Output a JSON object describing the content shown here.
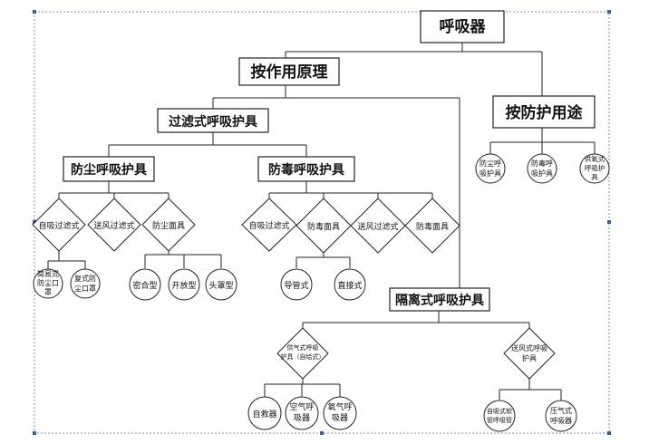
{
  "diagram": {
    "root": "呼吸器",
    "by_principle": "按作用原理",
    "by_use": "按防护用途",
    "filter_type": "过滤式呼吸护具",
    "dust_protective": "防尘呼吸护具",
    "gas_protective": "防毒呼吸护具",
    "isolation_type": "隔离式呼吸护具",
    "dust_children": [
      "自吸过滤式",
      "送风过滤式",
      "防尘面具"
    ],
    "dust_self_priming_children": [
      "简易式防尘口罩",
      "复式防尘口罩"
    ],
    "dust_mask_children": [
      "密合型",
      "开放型",
      "头罩型"
    ],
    "gas_children": [
      "自吸过滤式",
      "防毒面具",
      "送风过滤式",
      "防毒面具"
    ],
    "gas_mask_children": [
      "导管式",
      "直接式"
    ],
    "use_children": [
      "防尘呼吸护具",
      "防毒呼吸护具",
      "供氧式呼吸护具"
    ],
    "isolation_children": [
      "供气式呼吸护具（自给式）",
      "送风式呼吸护具"
    ],
    "supply_children": [
      "自救器",
      "空气呼吸器",
      "氧气呼吸器"
    ],
    "blower_children": [
      "自吸式软管呼吸管",
      "压气式呼吸器"
    ]
  }
}
